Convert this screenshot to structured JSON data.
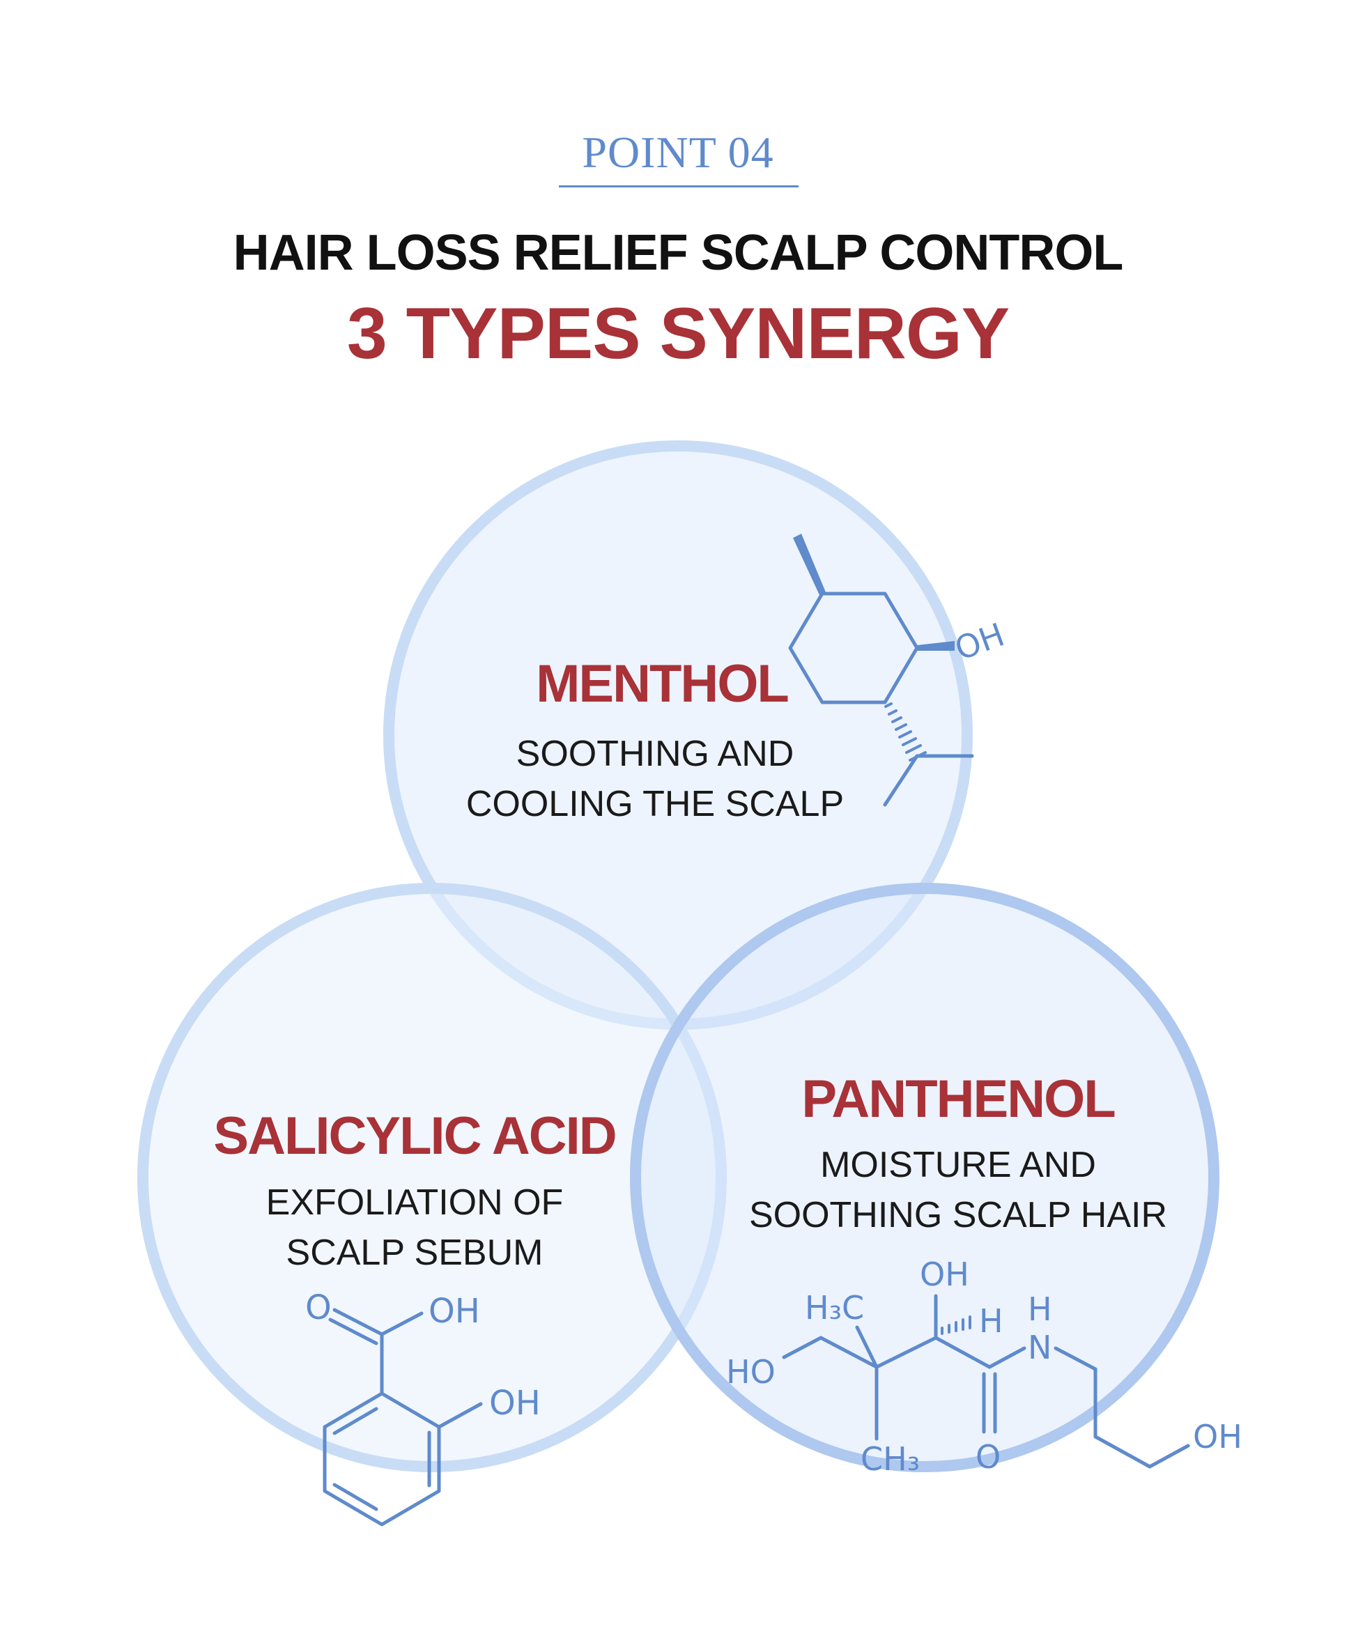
{
  "header": {
    "point_label": "POINT 04",
    "title": "HAIR LOSS RELIEF SCALP CONTROL",
    "subtitle": "3 TYPES SYNERGY"
  },
  "ingredients": [
    {
      "name": "MENTHOL",
      "description_line1": "SOOTHING AND",
      "description_line2": "COOLING THE SCALP",
      "structure_labels": {
        "oh": "OH"
      }
    },
    {
      "name": "SALICYLIC ACID",
      "description_line1": "EXFOLIATION OF",
      "description_line2": "SCALP SEBUM",
      "structure_labels": {
        "o": "O",
        "oh_acid": "OH",
        "oh_ring": "OH"
      }
    },
    {
      "name": "PANTHENOL",
      "description_line1": "MOISTURE AND",
      "description_line2": "SOOTHING SCALP HAIR",
      "structure_labels": {
        "h3c": "H₃C",
        "oh_top": "OH",
        "h": "H",
        "nh_h": "H",
        "n": "N",
        "ho": "HO",
        "ch3": "CH₃",
        "o": "O",
        "oh_end": "OH"
      }
    }
  ],
  "colors": {
    "accent_blue": "#5f8acc",
    "headline_red": "#a83237",
    "circle_stroke": "#c4d9f5",
    "circle_stroke_strong": "#a9c4ee",
    "circle_fill": "#eaf2fd"
  }
}
